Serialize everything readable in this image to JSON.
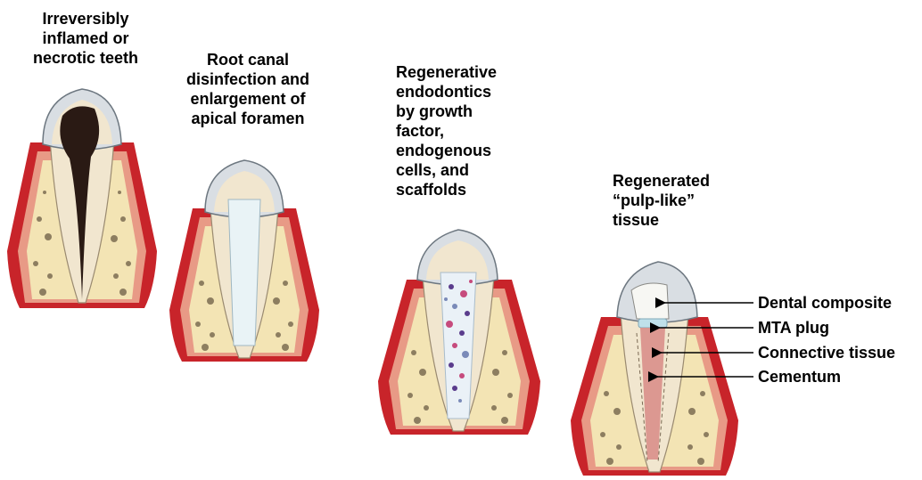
{
  "stages": [
    {
      "caption": "Irreversibly\ninflamed or\nnecrotic teeth",
      "canal": "necrotic"
    },
    {
      "caption": "Root canal\ndisinfection and\nenlargement of\napical foramen",
      "canal": "cleaned"
    },
    {
      "caption": "Regenerative\nendodontics\nby growth\nfactor,\nendogenous\ncells, and\nscaffolds",
      "canal": "scaffold"
    },
    {
      "caption": "Regenerated\n“pulp-like”\ntissue",
      "canal": "regenerated"
    }
  ],
  "callouts": {
    "dental_composite": "Dental composite",
    "mta_plug": "MTA plug",
    "connective_tissue": "Connective tissue",
    "cementum": "Cementum"
  },
  "colors": {
    "gum": "#c8242a",
    "gum_light": "#e89a86",
    "bone": "#f3e4b4",
    "enamel": "#d9dee3",
    "dentin": "#f1e6cf",
    "necrotic": "#2a1a14",
    "canal_clean": "#e9f3f6",
    "regenerated": "#d98f8a"
  }
}
